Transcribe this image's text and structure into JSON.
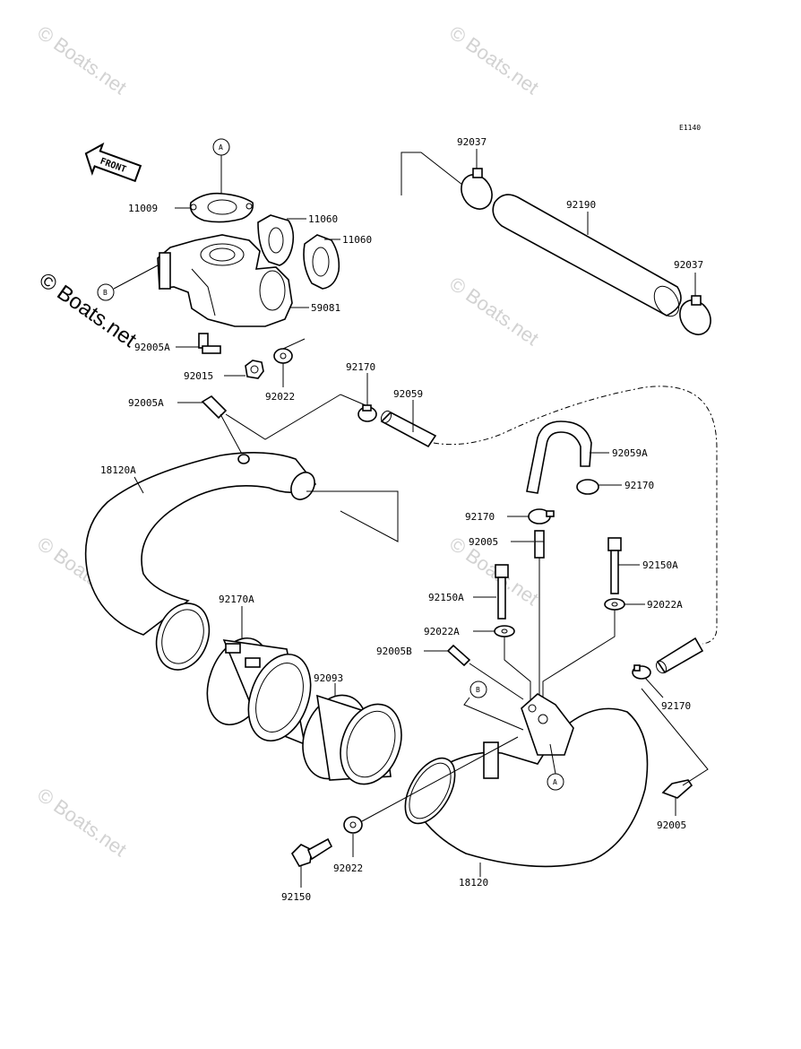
{
  "diagram_code": "E1140",
  "front_label": "FRONT",
  "ref_a": "A",
  "ref_b": "B",
  "watermark": "© Boats.net",
  "parts": {
    "p11009": "11009",
    "p11060a": "11060",
    "p11060b": "11060",
    "p59081": "59081",
    "p92005a_top": "92005A",
    "p92015": "92015",
    "p92022_top": "92022",
    "p92005a_mid": "92005A",
    "p92170_top": "92170",
    "p92059": "92059",
    "p92037a": "92037",
    "p92190": "92190",
    "p92037b": "92037",
    "p92059a": "92059A",
    "p92170_r": "92170",
    "p92170_mid": "92170",
    "p92005_mid": "92005",
    "p92150a_l": "92150A",
    "p92150a_r": "92150A",
    "p92022a_l": "92022A",
    "p92022a_r": "92022A",
    "p92005b": "92005B",
    "p18120a": "18120A",
    "p92170a": "92170A",
    "p92093": "92093",
    "p92170_low": "92170",
    "p92005_low": "92005",
    "p18120": "18120",
    "p92022_low": "92022",
    "p92150_low": "92150"
  }
}
